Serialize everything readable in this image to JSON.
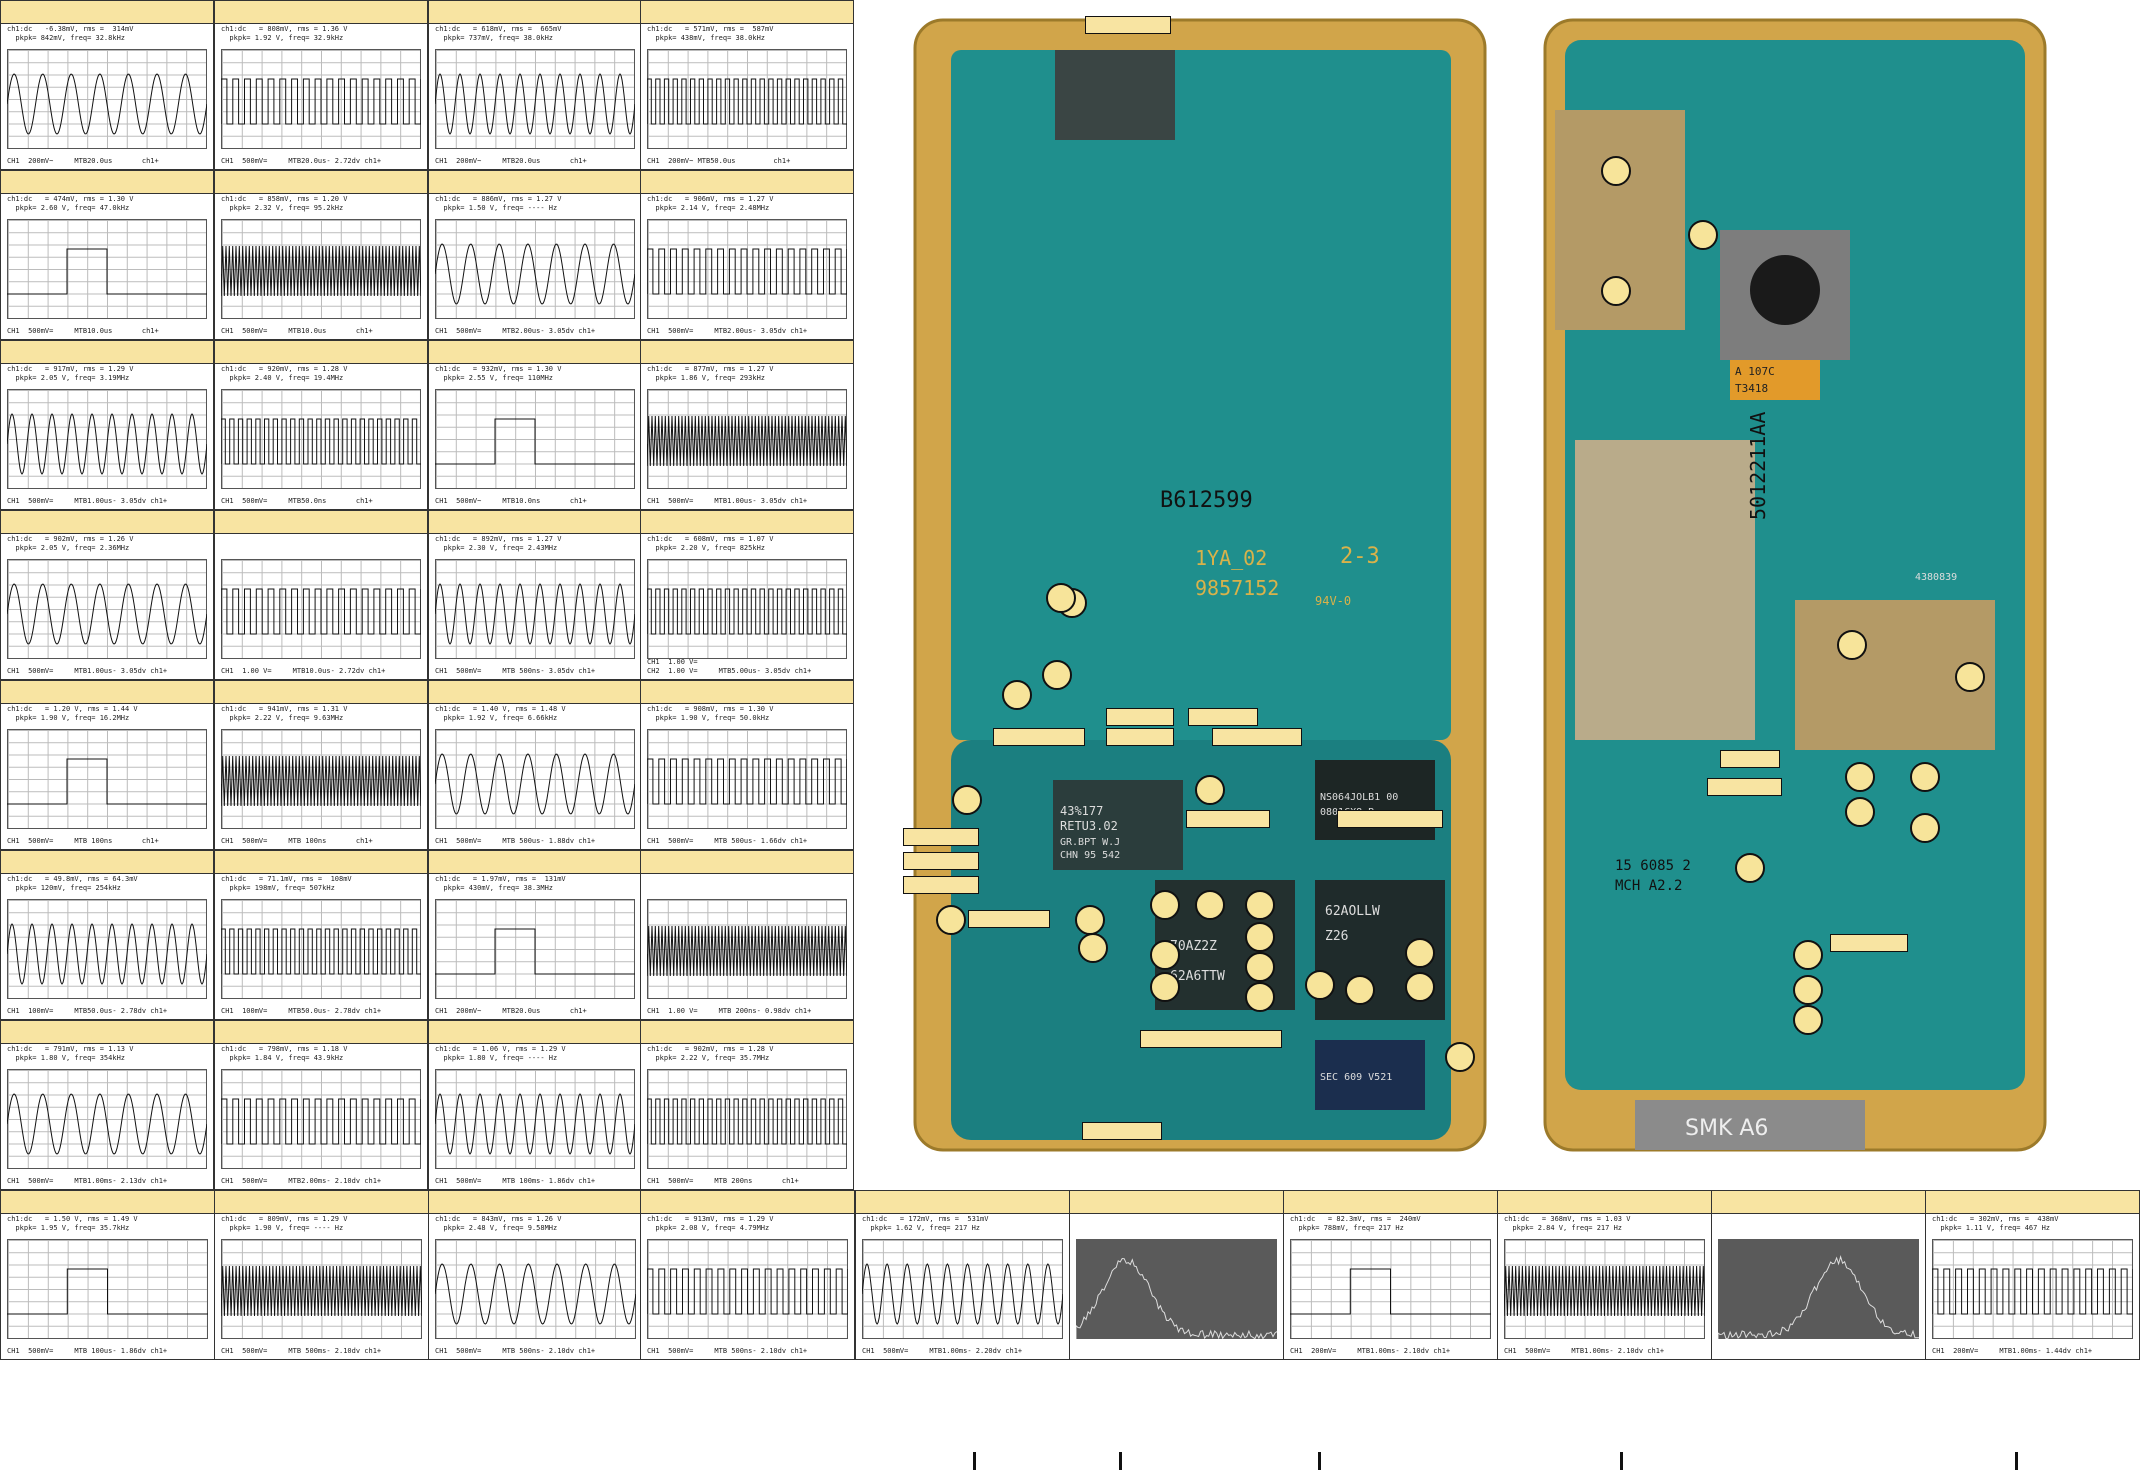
{
  "board_labels": {
    "pcb_code": "B612599",
    "pcb_code2": "1YA_02",
    "pcb_code3": "9857152",
    "pcb_rev": "2-3",
    "pcb_ul": "94V-0",
    "chip_main": "43%177",
    "chip_main2": "RETU3.02",
    "chip_main3": "GR.BPT W.J",
    "chip_main4": "CHN 95 542",
    "chip_ram": "NS064JOLB1 00",
    "chip_ram2": "0801CX8 B",
    "chip_cpu": "62A6TTW",
    "chip_cpu2": "70AZ2Z",
    "chip_flash": "62AOLLW",
    "chip_flash2": "Z26",
    "chip_bb": "SEC 609 V521",
    "conn_right": "SMK A6",
    "chip_right1": "4380839",
    "chip_right2": "15 6085 2",
    "chip_right3": "MCH A2.2",
    "chip_cap": "A 107C",
    "chip_cap2": "T3418",
    "sim_code": "5012211AA"
  },
  "scopes": [
    {
      "hdr": "ch1:dc   -6.38mV, rms =  314mV\n  pkpk= 842mV, freq= 32.8kHz",
      "ftr": "CH1  200mV~     MTB20.0us       ch1+"
    },
    {
      "hdr": "ch1:dc   = 808mV, rms = 1.36 V\n  pkpk= 1.92 V, freq= 32.9kHz",
      "ftr": "CH1  500mV=     MTB20.0us- 2.72dv ch1+"
    },
    {
      "hdr": "ch1:dc   = 618mV, rms =  665mV\n  pkpk= 737mV, freq= 38.0kHz",
      "ftr": "CH1  200mV~     MTB20.0us       ch1+"
    },
    {
      "hdr": "ch1:dc   = 571mV, rms =  587mV\n  pkpk= 438mV, freq= 38.0kHz",
      "ftr": "CH1  200mV~ MTB50.0us         ch1+"
    },
    {
      "hdr": "ch1:dc   = 474mV, rms = 1.30 V\n  pkpk= 2.60 V, freq= 47.0kHz",
      "ftr": "CH1  500mV=     MTB10.0us       ch1+"
    },
    {
      "hdr": "ch1:dc   = 858mV, rms = 1.20 V\n  pkpk= 2.32 V, freq= 95.2kHz",
      "ftr": "CH1  500mV=     MTB10.0us       ch1+"
    },
    {
      "hdr": "ch1:dc   = 886mV, rms = 1.27 V\n  pkpk= 1.50 V, freq= ---- Hz",
      "ftr": "CH1  500mV=     MTB2.00us- 3.05dv ch1+"
    },
    {
      "hdr": "ch1:dc   = 906mV, rms = 1.27 V\n  pkpk= 2.14 V, freq= 2.48MHz",
      "ftr": "CH1  500mV=     MTB2.00us- 3.05dv ch1+"
    },
    {
      "hdr": "ch1:dc   = 917mV, rms = 1.29 V\n  pkpk= 2.05 V, freq= 3.19MHz",
      "ftr": "CH1  500mV=     MTB1.00us- 3.05dv ch1+"
    },
    {
      "hdr": "ch1:dc   = 920mV, rms = 1.28 V\n  pkpk= 2.40 V, freq= 19.4MHz",
      "ftr": "CH1  500mV=     MTB50.0ns       ch1+"
    },
    {
      "hdr": "ch1:dc   = 932mV, rms = 1.30 V\n  pkpk= 2.55 V, freq= 110MHz",
      "ftr": "CH1  500mV~     MTB10.0ns       ch1+"
    },
    {
      "hdr": "ch1:dc   = 877mV, rms = 1.27 V\n  pkpk= 1.86 V, freq= 293kHz",
      "ftr": "CH1  500mV=     MTB1.00us- 3.05dv ch1+"
    },
    {
      "hdr": "ch1:dc   = 902mV, rms = 1.26 V\n  pkpk= 2.05 V, freq= 2.36MHz",
      "ftr": "CH1  500mV=     MTB1.00us- 3.05dv ch1+"
    },
    {
      "hdr": "",
      "ftr": "CH1  1.00 V=     MTB10.0us- 2.72dv ch1+"
    },
    {
      "hdr": "ch1:dc   = 892mV, rms = 1.27 V\n  pkpk= 2.30 V, freq= 2.43MHz",
      "ftr": "CH1  500mV=     MTB 500ns- 3.05dv ch1+"
    },
    {
      "hdr": "ch1:dc   = 608mV, rms = 1.07 V\n  pkpk= 2.20 V, freq= 825kHz",
      "ftr": "CH1  1.00 V=\nCH2  1.00 V=     MTB5.00us- 3.05dv ch1+"
    },
    {
      "hdr": "ch1:dc   = 1.20 V, rms = 1.44 V\n  pkpk= 1.90 V, freq= 16.2MHz",
      "ftr": "CH1  500mV=     MTB 100ns       ch1+"
    },
    {
      "hdr": "ch1:dc   = 941mV, rms = 1.31 V\n  pkpk= 2.22 V, freq= 9.63MHz",
      "ftr": "CH1  500mV=     MTB 100ns       ch1+"
    },
    {
      "hdr": "ch1:dc   = 1.40 V, rms = 1.48 V\n  pkpk= 1.92 V, freq= 6.66kHz",
      "ftr": "CH1  500mV=     MTB 500us- 1.88dv ch1+"
    },
    {
      "hdr": "ch1:dc   = 908mV, rms = 1.30 V\n  pkpk= 1.90 V, freq= 50.0kHz",
      "ftr": "CH1  500mV=     MTB 500us- 1.66dv ch1+"
    },
    {
      "hdr": "ch1:dc   = 49.8mV, rms = 64.3mV\n  pkpk= 120mV, freq= 254kHz",
      "ftr": "CH1  100mV=     MTB50.0us- 2.78dv ch1+"
    },
    {
      "hdr": "ch1:dc   = 71.1mV, rms =  108mV\n  pkpk= 198mV, freq= 507kHz",
      "ftr": "CH1  100mV=     MTB50.0us- 2.78dv ch1+"
    },
    {
      "hdr": "ch1:dc   = 1.97mV, rms =  131mV\n  pkpk= 430mV, freq= 38.3MHz",
      "ftr": "CH1  200mV~     MTB20.0us       ch1+"
    },
    {
      "hdr": "",
      "ftr": "CH1  1.00 V=     MTB 200ns- 0.98dv ch1+"
    },
    {
      "hdr": "ch1:dc   = 791mV, rms = 1.13 V\n  pkpk= 1.80 V, freq= 354kHz",
      "ftr": "CH1  500mV=     MTB1.00ms- 2.13dv ch1+"
    },
    {
      "hdr": "ch1:dc   = 798mV, rms = 1.18 V\n  pkpk= 1.84 V, freq= 43.9kHz",
      "ftr": "CH1  500mV=     MTB2.00ms- 2.10dv ch1+"
    },
    {
      "hdr": "ch1:dc   = 1.06 V, rms = 1.29 V\n  pkpk= 1.80 V, freq= ---- Hz",
      "ftr": "CH1  500mV=     MTB 100ms- 1.86dv ch1+"
    },
    {
      "hdr": "ch1:dc   = 902mV, rms = 1.28 V\n  pkpk= 2.22 V, freq= 35.7MHz",
      "ftr": "CH1  500mV=     MTB 200ns       ch1+"
    },
    {
      "hdr": "ch1:dc   = 1.50 V, rms = 1.49 V\n  pkpk= 1.95 V, freq= 35.7kHz",
      "ftr": "CH1  500mV=     MTB 100us- 1.86dv ch1+"
    },
    {
      "hdr": "ch1:dc   = 809mV, rms = 1.29 V\n  pkpk= 1.90 V, freq= ---- Hz",
      "ftr": "CH1  500mV=     MTB 500ms- 2.10dv ch1+"
    },
    {
      "hdr": "ch1:dc   = 843mV, rms = 1.26 V\n  pkpk= 2.48 V, freq= 9.58MHz",
      "ftr": "CH1  500mV=     MTB 500ns- 2.10dv ch1+"
    },
    {
      "hdr": "ch1:dc   = 913mV, rms = 1.29 V\n  pkpk= 2.08 V, freq= 4.79MHz",
      "ftr": "CH1  500mV=     MTB 500ns- 2.10dv ch1+"
    },
    {
      "hdr": "ch1:dc   = 172mV, rms =  531mV\n  pkpk= 1.62 V, freq= 217 Hz",
      "ftr": "CH1  500mV=     MTB1.00ms- 2.20dv ch1+"
    },
    {
      "hdr": "",
      "ftr": ""
    },
    {
      "hdr": "ch1:dc   = 82.3mV, rms =  240mV\n  pkpk= 788mV, freq= 217 Hz",
      "ftr": "CH1  200mV=     MTB1.00ms- 2.10dv ch1+"
    },
    {
      "hdr": "ch1:dc   = 368mV, rms = 1.03 V\n  pkpk= 2.84 V, freq= 217 Hz",
      "ftr": "CH1  500mV=     MTB1.00ms- 2.10dv ch1+"
    },
    {
      "hdr": "",
      "ftr": ""
    },
    {
      "hdr": "ch1:dc   = 302mV, rms =  438mV\n  pkpk= 1.11 V, freq= 467 Hz",
      "ftr": "CH1  200mV=     MTB1.00ms- 1.44dv ch1+"
    }
  ]
}
